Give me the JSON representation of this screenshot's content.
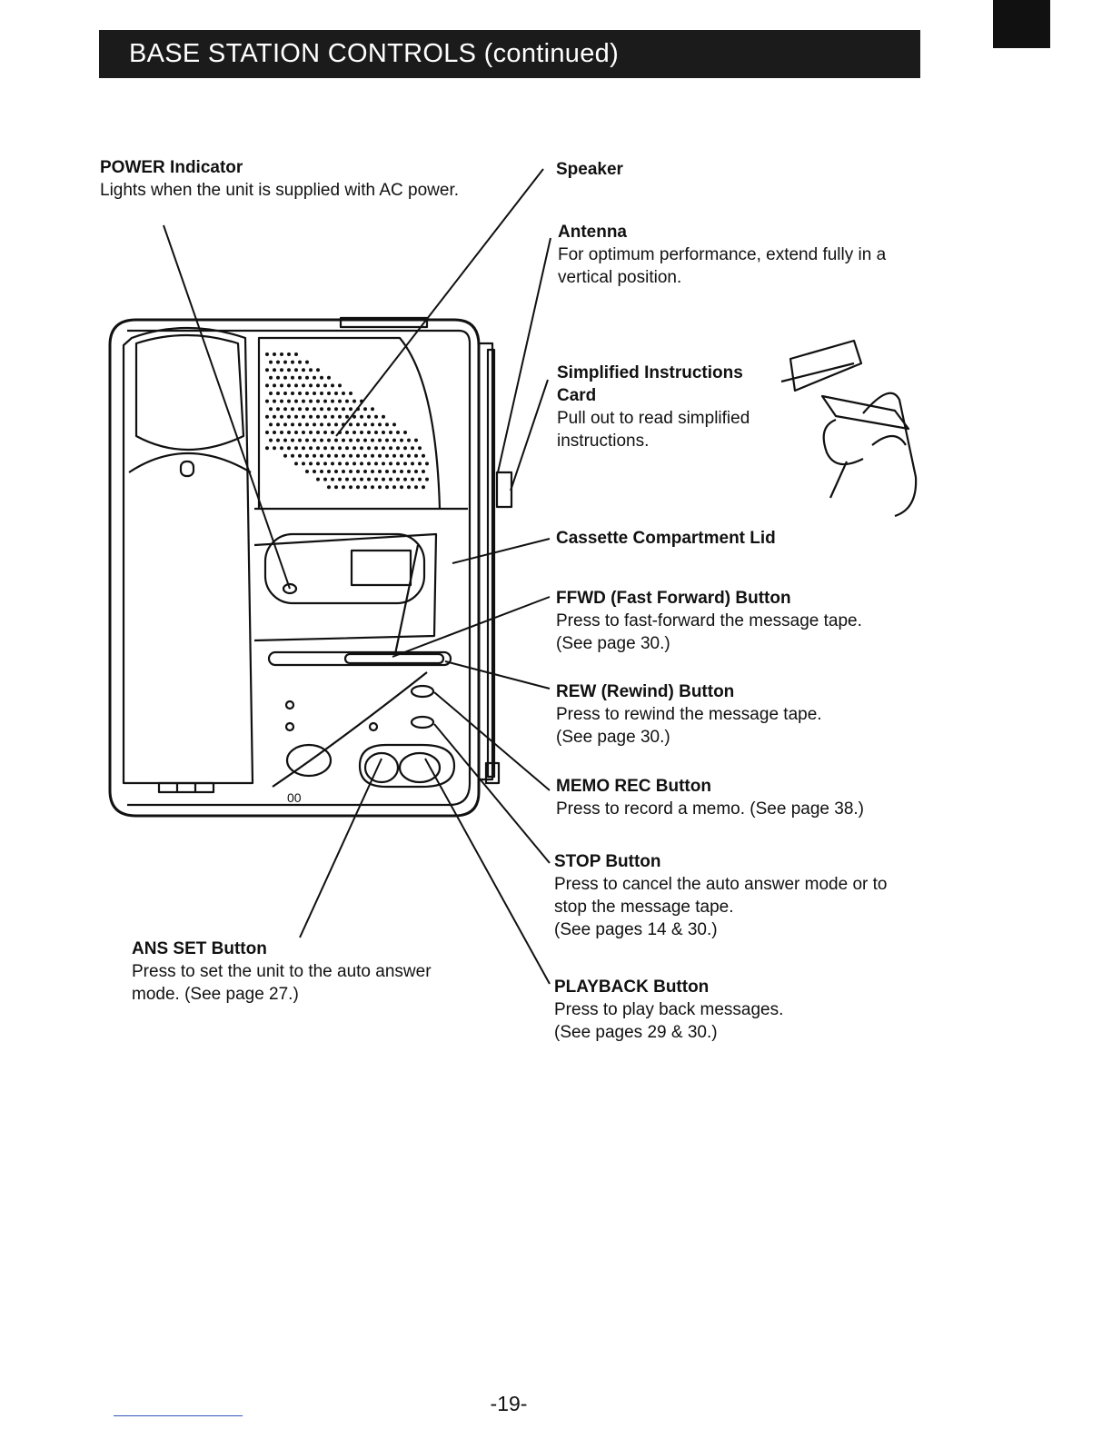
{
  "header": {
    "title": "BASE STATION CONTROLS (continued)"
  },
  "callouts": {
    "power": {
      "title": "POWER Indicator",
      "desc": "Lights when the unit is supplied with AC power."
    },
    "speaker": {
      "title": "Speaker"
    },
    "antenna": {
      "title": "Antenna",
      "desc": "For optimum performance, extend fully in a vertical position."
    },
    "card": {
      "title": "Simplified Instructions Card",
      "desc": "Pull out to read simplified instructions."
    },
    "cassette": {
      "title": "Cassette Compartment Lid"
    },
    "ffwd": {
      "title": "FFWD (Fast Forward) Button",
      "desc1": "Press to fast-forward the message tape.",
      "desc2": "(See page 30.)"
    },
    "rew": {
      "title": "REW (Rewind) Button",
      "desc1": "Press to rewind the message tape.",
      "desc2": "(See page 30.)"
    },
    "memo": {
      "title": "MEMO REC Button",
      "desc": "Press to record a memo. (See page 38.)"
    },
    "stop": {
      "title": "STOP Button",
      "desc1": "Press to cancel the auto answer mode or to stop the message tape.",
      "desc2": "(See pages 14 & 30.)"
    },
    "ans": {
      "title": "ANS SET Button",
      "desc": "Press to set the unit to the auto answer mode. (See page 27.)"
    },
    "playback": {
      "title": "PLAYBACK Button",
      "desc1": "Press to play back messages.",
      "desc2": "(See pages 29 & 30.)"
    }
  },
  "device": {
    "counter_label": "00"
  },
  "footer": {
    "page_number": "-19-"
  }
}
